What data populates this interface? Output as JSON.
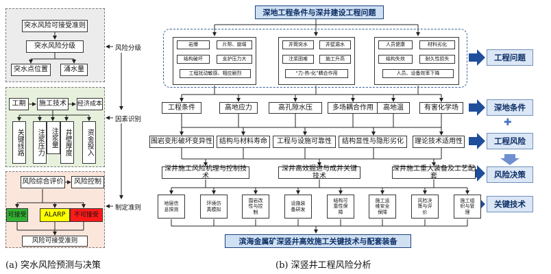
{
  "left": {
    "top": {
      "accept_criteria": "突水风险可接受准则",
      "grading": "突水风险分级",
      "location": "突水点位置",
      "inflow": "涌水量"
    },
    "mid": {
      "period": "工期",
      "tech": "施工技术",
      "cost": "经济成本",
      "key_route": "关键线路",
      "grout_pressure": "注浆压力",
      "grout_volume": "注浆量",
      "wall_thickness": "井壁厚度",
      "fund": "资金投入"
    },
    "bottom": {
      "assess": "风险综合评价",
      "control": "风险控制",
      "acceptable": "可接受",
      "alarp": "ALARP",
      "unacceptable": "不可接受",
      "criteria": "风险可接受准则"
    },
    "labels": {
      "grading": "风险分级",
      "identify": "因素识别",
      "criteria": "制定准则"
    },
    "colors": {
      "top_bg": "#ececec",
      "mid_bg": "#e7f0dc",
      "bot_bg": "#fbe6dc",
      "acceptable": "#34b233",
      "alarp": "#ffff00",
      "unacceptable": "#ff1a1a"
    }
  },
  "right": {
    "title": "深地工程条件与深井建设工程问题",
    "group1": [
      "岩爆",
      "片帮、崩塌",
      "结构破坏",
      "支护压力大",
      "工程扰动敏感、相应剧烈"
    ],
    "group2": [
      "井筒突水",
      "井壁漏水",
      "注浆困难",
      "施工升高",
      "“力-热-化”耦合作用"
    ],
    "group3": [
      "人员健康",
      "材料劣化",
      "结构失效",
      "耐久性损失",
      "人员、设备效率下降"
    ],
    "conditions": [
      "工程条件",
      "高地应力",
      "高孔隙水压",
      "多场耦合作用",
      "高地温",
      "有害化学场"
    ],
    "risks": [
      "围岩变形破坏变异性",
      "结构与材料寿命",
      "工程与设施可靠性",
      "结构显性与隐形劣化",
      "理论技术适用性"
    ],
    "decisions": [
      "深井施工风险机理与控制技术",
      "深井高效掘进与成井关键技术",
      "深井施工重大装备及工艺配套"
    ],
    "techs": [
      "地层信息探测",
      "环境仿真模拟",
      "围岩改性与控制",
      "设施装备研发",
      "结构可靠性保障",
      "施工运维安全保障",
      "风险决策与评价",
      "施工组织与管理"
    ],
    "bottom": "滨海金属矿深竖井高效施工关键技术与配套装备",
    "side": {
      "problems": "工程问题",
      "conditions": "深地条件",
      "plus": "✚",
      "risk": "工程风险",
      "decision": "风险决策",
      "key": "关键技术"
    },
    "colors": {
      "pill_bg": "#dbe7f6",
      "arrow": "#1f4e9b",
      "plus": "#4472c4"
    }
  },
  "captions": {
    "a": "(a) 突水风险预测与决策",
    "b": "(b) 深竖井工程风险分析"
  }
}
